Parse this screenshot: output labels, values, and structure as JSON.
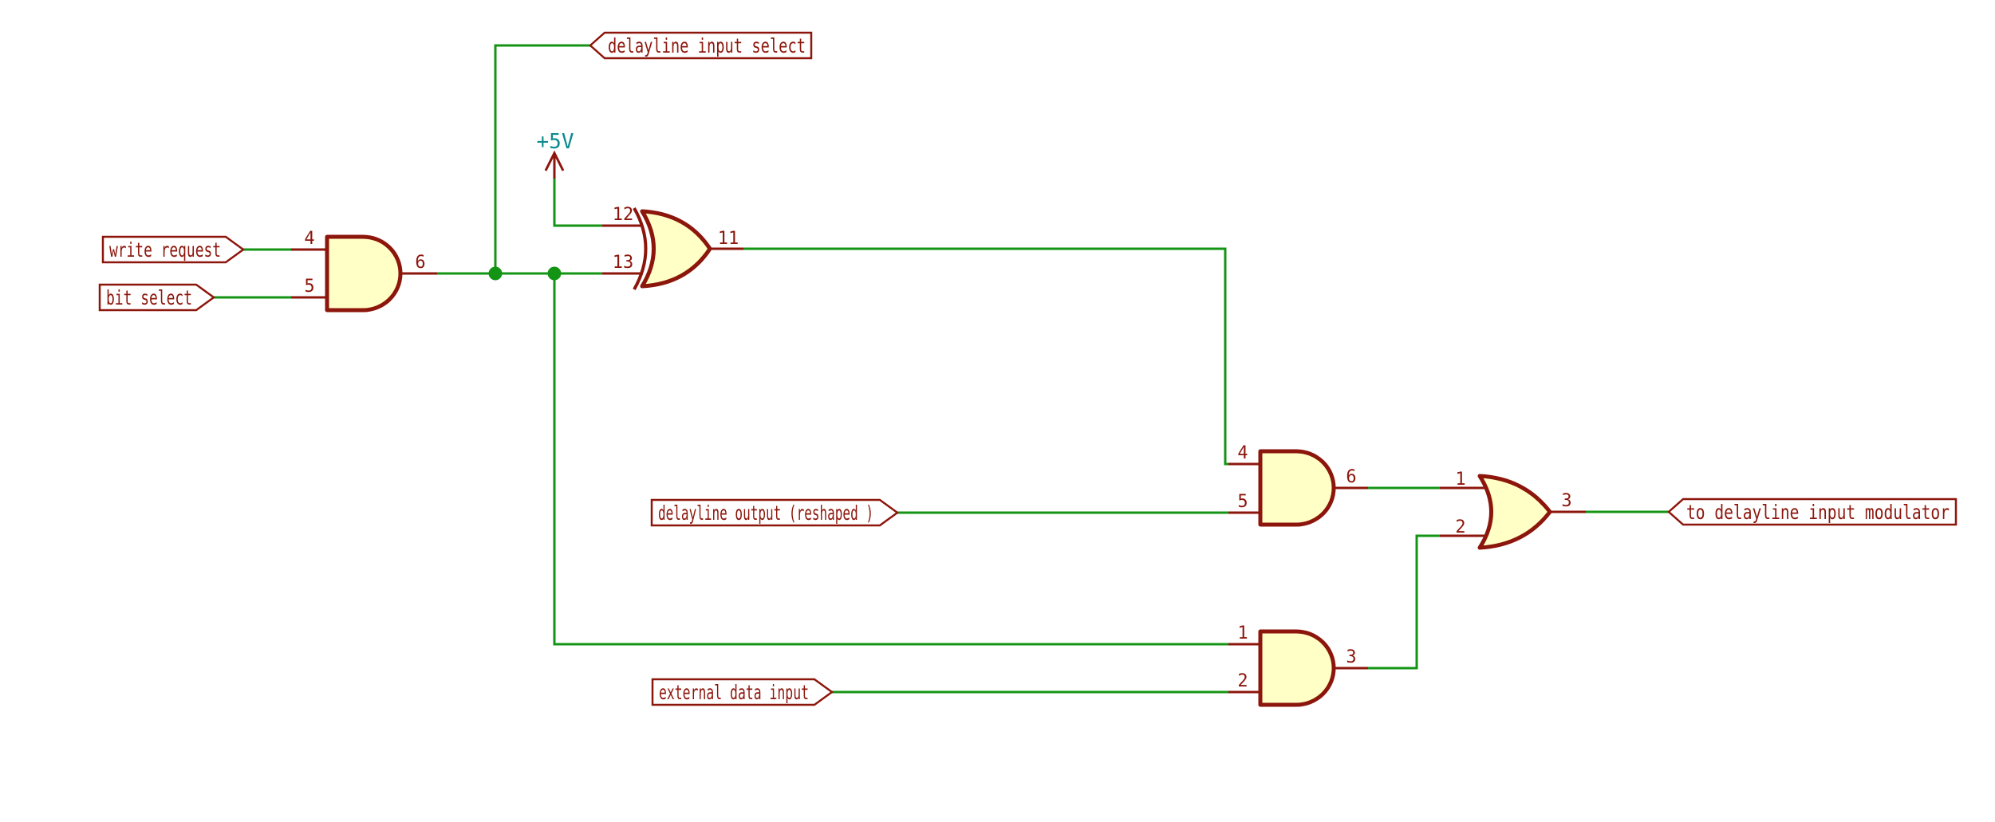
{
  "schematic": {
    "power_label": "+5V",
    "hier_labels": {
      "delayline_input_select": "delayline input select",
      "write_request": "write request",
      "bit_select": "bit select",
      "delayline_output_reshaped": "delayline output (reshaped )",
      "external_data_input": "external data input",
      "to_delayline_input_modulator": "to delayline input modulator"
    },
    "gates": {
      "and1": {
        "type": "AND",
        "in1": "4",
        "in2": "5",
        "out": "6"
      },
      "xor1": {
        "type": "XOR",
        "in1": "12",
        "in2": "13",
        "out": "11"
      },
      "and2": {
        "type": "AND",
        "in1": "4",
        "in2": "5",
        "out": "6"
      },
      "and3": {
        "type": "AND",
        "in1": "1",
        "in2": "2",
        "out": "3"
      },
      "or1": {
        "type": "OR",
        "in1": "1",
        "in2": "2",
        "out": "3"
      }
    },
    "colors": {
      "wire_green": "#149414",
      "component_maroon": "#8C160C",
      "gate_fill_yellow": "#FFFFC6",
      "power_teal": "#0E8A8E",
      "background": "#FFFFFF"
    }
  }
}
